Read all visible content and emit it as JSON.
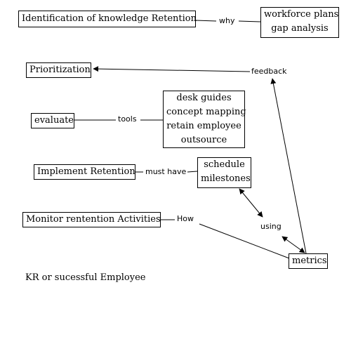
{
  "nodes": {
    "identification": "Identification of knowledge Retention",
    "workforce": [
      "workforce plans",
      "gap analysis"
    ],
    "prioritization": "Prioritization",
    "evaluate": "evaluate",
    "tools_box": [
      "desk guides",
      "concept mapping",
      "retain employee",
      "outsource"
    ],
    "implement": "Implement Retention",
    "schedule": [
      "schedule",
      "milestones"
    ],
    "monitor": "Monitor rentention Activities",
    "metrics": "metrics",
    "kr": "KR or sucessful Employee"
  },
  "links": {
    "why": "why",
    "feedback": "feedback",
    "tools": "tools",
    "must_have": "must have",
    "how": "How",
    "using": "using"
  }
}
